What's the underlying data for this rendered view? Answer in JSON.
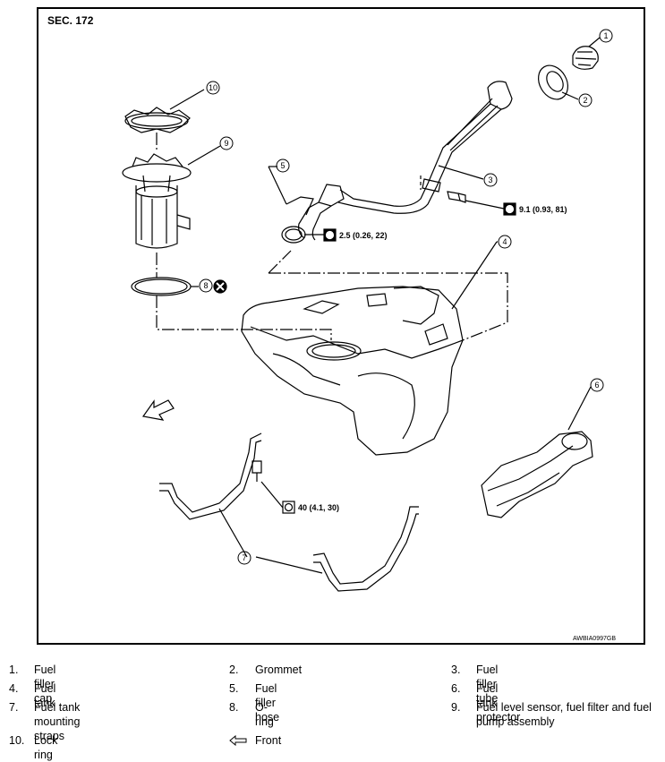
{
  "section": "SEC. 172",
  "image_code": "AWBIA0997GB",
  "callouts": [
    "1",
    "2",
    "3",
    "4",
    "5",
    "6",
    "7",
    "8",
    "9",
    "10"
  ],
  "torques": {
    "t1": "9.1 (0.93, 81)",
    "t2": "2.5 (0.26, 22)",
    "t3": "40 (4.1, 30)"
  },
  "legend": [
    {
      "num": "1.",
      "label": "Fuel filler cap"
    },
    {
      "num": "2.",
      "label": "Grommet"
    },
    {
      "num": "3.",
      "label": "Fuel filler tube"
    },
    {
      "num": "4.",
      "label": "Fuel tank"
    },
    {
      "num": "5.",
      "label": "Fuel filler hose"
    },
    {
      "num": "6.",
      "label": "Fuel tank protector"
    },
    {
      "num": "7.",
      "label": "Fuel tank mounting straps"
    },
    {
      "num": "8.",
      "label": "O-ring"
    },
    {
      "num": "9.",
      "label": "Fuel level sensor, fuel filter and fuel pump assembly"
    },
    {
      "num": "10.",
      "label": "Lock ring"
    }
  ],
  "front_label": "Front",
  "icons": [
    "torque-wrench-icon",
    "do-not-reuse-icon",
    "front-arrow-icon"
  ]
}
